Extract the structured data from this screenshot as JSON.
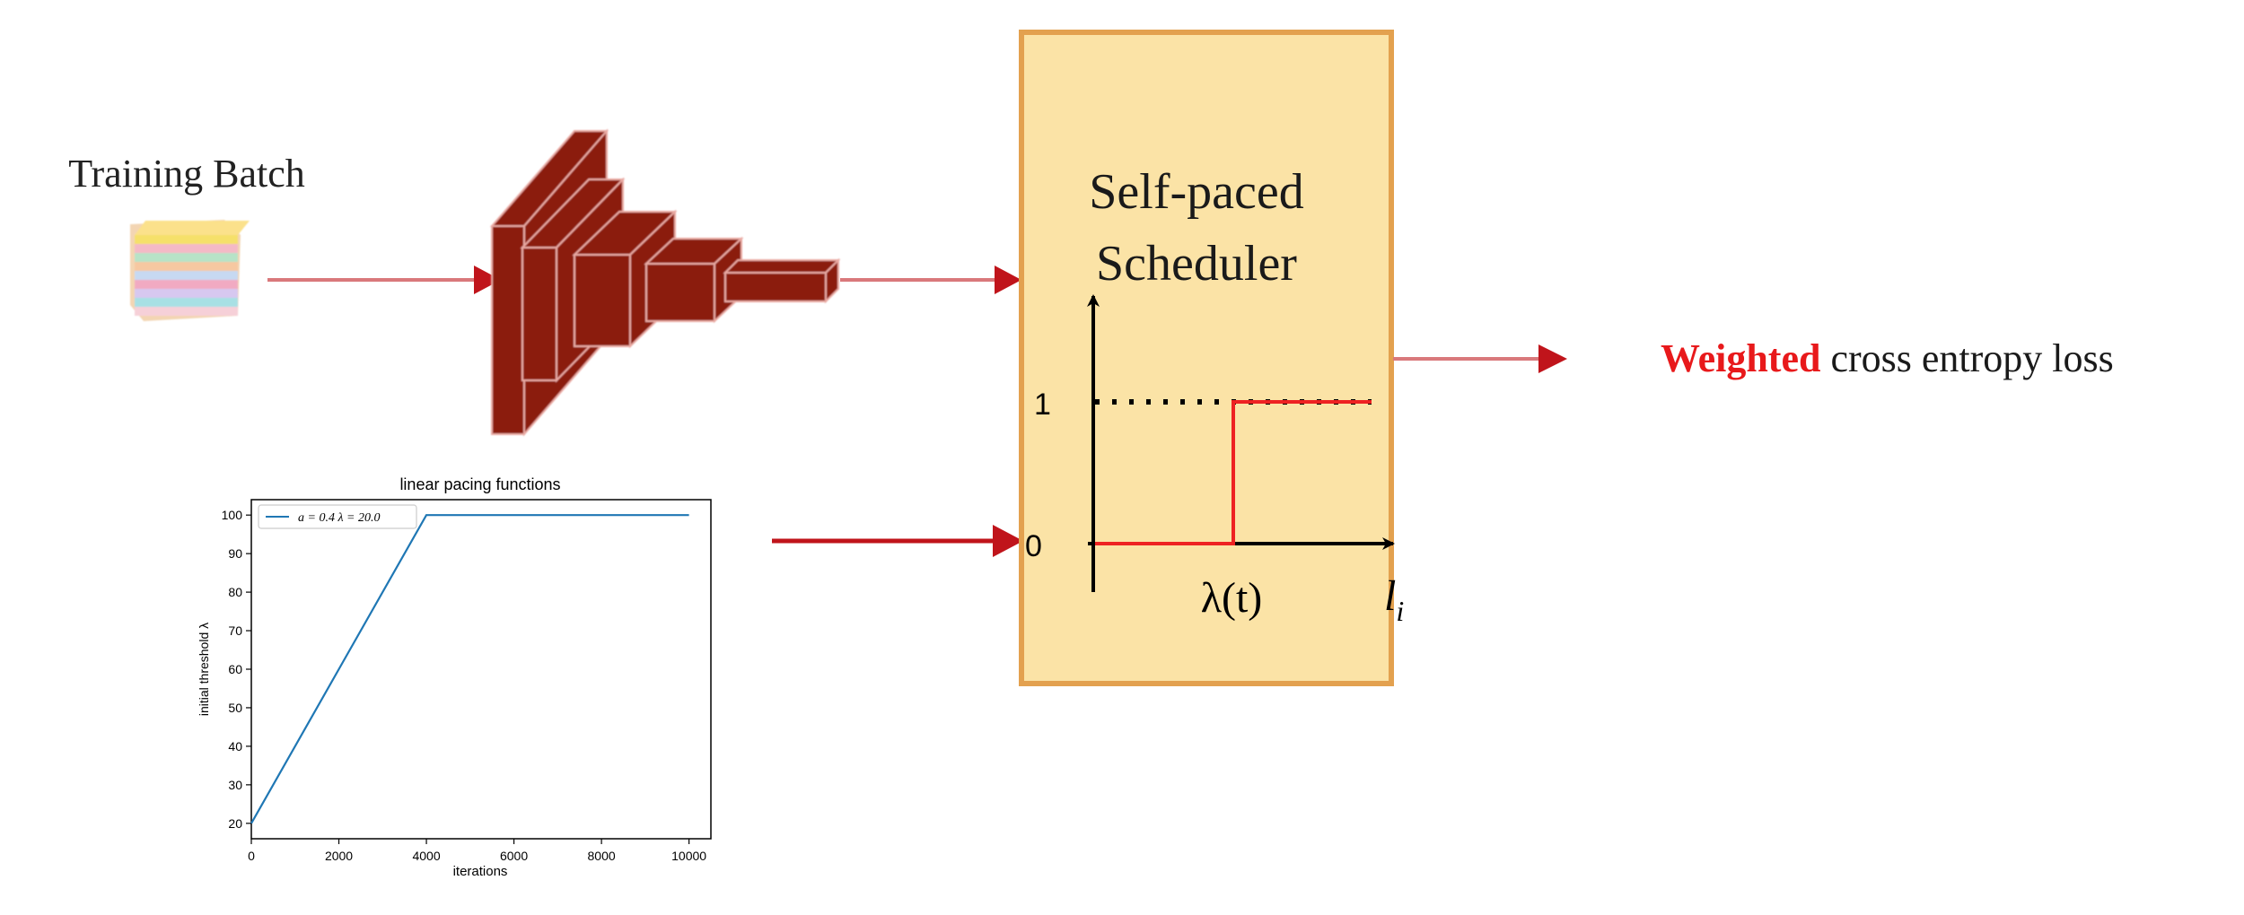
{
  "training_batch": {
    "label": "Training Batch"
  },
  "scheduler": {
    "title_line1": "Self-paced",
    "title_line2": "Scheduler",
    "y_tick_one": "1",
    "y_tick_zero": "0",
    "x_label_lambda": "λ(t)",
    "x_label_li_base": "l",
    "x_label_li_sub": "i"
  },
  "output": {
    "highlight": "Weighted",
    "rest": " cross entropy loss",
    "highlight_color": "#e8191b"
  },
  "colors": {
    "arrow": "#c0141b",
    "arrow_line": "#d9787b",
    "cnn_fill": "#8b1a10",
    "cnn_edge": "#e9a9a2",
    "scheduler_fill": "#fbe3a6",
    "scheduler_border": "#e3a14f",
    "step_red": "#ee2222",
    "series_blue": "#1f77b4"
  },
  "chart_data": {
    "type": "line",
    "title": "linear pacing functions",
    "xlabel": "iterations",
    "ylabel": "initial threshold λ",
    "xlim": [
      0,
      10500
    ],
    "ylim": [
      16,
      104
    ],
    "xticks": [
      0,
      2000,
      4000,
      6000,
      8000,
      10000
    ],
    "yticks": [
      20,
      30,
      40,
      50,
      60,
      70,
      80,
      90,
      100
    ],
    "legend_text": "a = 0.4    λ = 20.0",
    "legend_position": "top-left",
    "series": [
      {
        "x": [
          0,
          4000,
          10000
        ],
        "y": [
          20,
          100,
          100
        ]
      }
    ]
  }
}
